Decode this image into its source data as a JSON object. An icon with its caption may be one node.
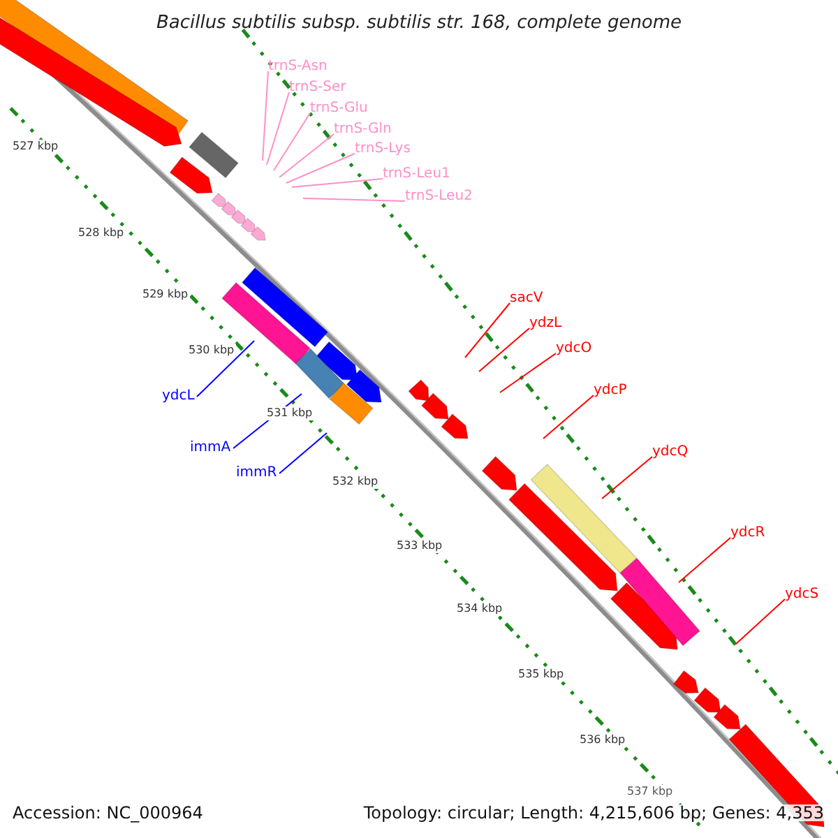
{
  "diagram": {
    "title": "Bacillus subtilis subsp. subtilis str. 168, complete genome",
    "nodes": [
      {
        "text": [
          "trnS-Asn"
        ]
      },
      {
        "text": [
          "trnS-Ser"
        ]
      },
      {
        "text": [
          "trnS-Glu"
        ]
      },
      {
        "text": [
          "trnS-Gln"
        ]
      },
      {
        "text": [
          "trnS-Lys"
        ]
      },
      {
        "text": [
          "trnS-Leu1"
        ]
      },
      {
        "text": [
          "trnS-Leu2"
        ]
      },
      {
        "text": [
          "ydcL"
        ]
      },
      {
        "text": [
          "immA"
        ]
      },
      {
        "text": [
          "immR"
        ]
      },
      {
        "text": [
          "sacV"
        ]
      },
      {
        "text": [
          "ydzL"
        ]
      },
      {
        "text": [
          "ydcO"
        ]
      },
      {
        "text": [
          "ydcP"
        ]
      },
      {
        "text": [
          "ydcQ"
        ]
      },
      {
        "text": [
          "ydcR"
        ]
      },
      {
        "text": [
          "ydcS"
        ]
      }
    ],
    "edges": [
      {
        "from": 0,
        "to": null,
        "arrow": "none",
        "color": "#ff8fc8"
      },
      {
        "from": 1,
        "to": null,
        "arrow": "none",
        "color": "#ff8fc8"
      },
      {
        "from": 2,
        "to": null,
        "arrow": "none",
        "color": "#ff8fc8"
      },
      {
        "from": 3,
        "to": null,
        "arrow": "none",
        "color": "#ff8fc8"
      },
      {
        "from": 4,
        "to": null,
        "arrow": "none",
        "color": "#ff8fc8"
      },
      {
        "from": 5,
        "to": null,
        "arrow": "none",
        "color": "#ff8fc8"
      },
      {
        "from": 6,
        "to": null,
        "arrow": "none",
        "color": "#ff8fc8"
      },
      {
        "from": 7,
        "to": null,
        "arrow": "none",
        "color": "#0000ff"
      },
      {
        "from": 8,
        "to": null,
        "arrow": "none",
        "color": "#0000ff"
      },
      {
        "from": 9,
        "to": null,
        "arrow": "none",
        "color": "#0000ff"
      },
      {
        "from": 10,
        "to": null,
        "arrow": "none",
        "color": "#ff0000"
      },
      {
        "from": 11,
        "to": null,
        "arrow": "none",
        "color": "#ff0000"
      },
      {
        "from": 12,
        "to": null,
        "arrow": "none",
        "color": "#ff0000"
      },
      {
        "from": 13,
        "to": null,
        "arrow": "none",
        "color": "#ff0000"
      },
      {
        "from": 14,
        "to": null,
        "arrow": "none",
        "color": "#ff0000"
      },
      {
        "from": 15,
        "to": null,
        "arrow": "none",
        "color": "#ff0000"
      },
      {
        "from": 16,
        "to": null,
        "arrow": "none",
        "color": "#ff0000"
      }
    ],
    "labels": [
      "527 kbp",
      "528 kbp",
      "529 kbp",
      "530 kbp",
      "531 kbp",
      "532 kbp",
      "533 kbp",
      "534 kbp",
      "535 kbp",
      "536 kbp",
      "537 kbp",
      "Accession: NC_000964",
      "Topology: circular; Length: 4,215,606 bp; Genes: 4,353"
    ]
  }
}
